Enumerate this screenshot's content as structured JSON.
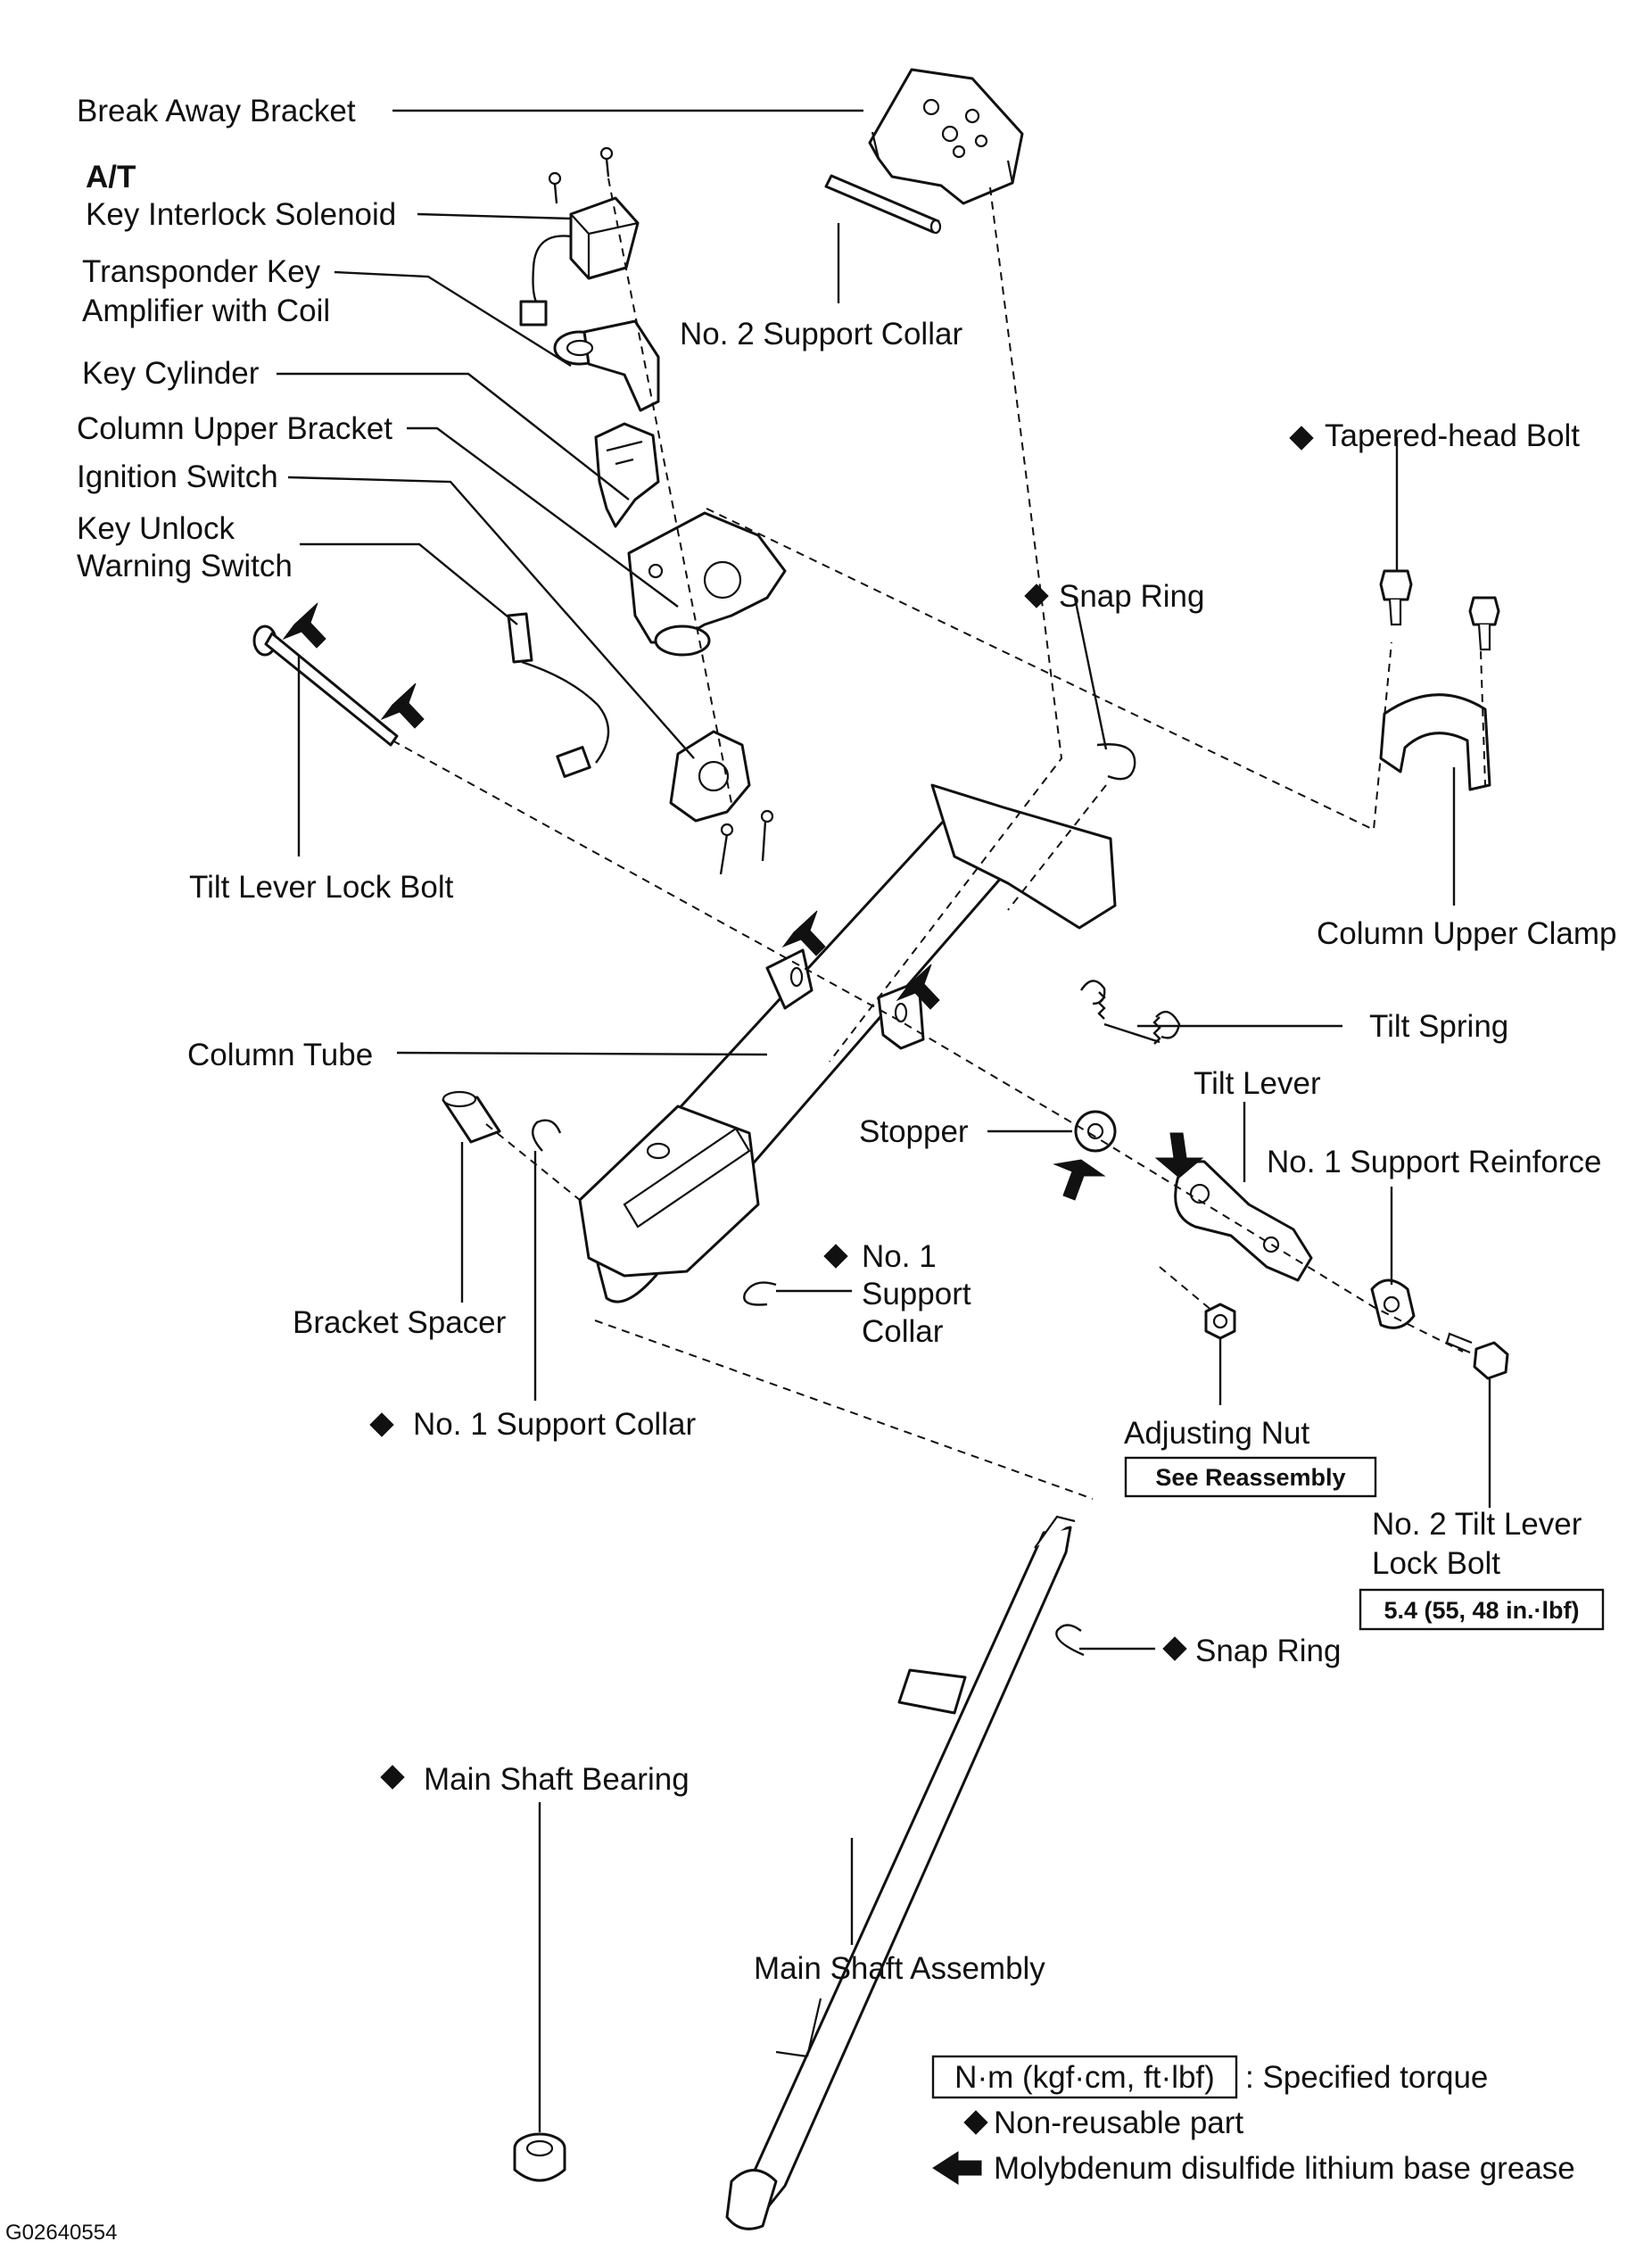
{
  "figure_id": "G02640554",
  "labels": {
    "break_away_bracket": "Break Away Bracket",
    "at": "A/T",
    "key_interlock_solenoid": "Key Interlock Solenoid",
    "transponder_line1": "Transponder Key",
    "transponder_line2": "Amplifier with Coil",
    "no2_support_collar": "No. 2 Support Collar",
    "key_cylinder": "Key Cylinder",
    "column_upper_bracket": "Column Upper Bracket",
    "ignition_switch": "Ignition Switch",
    "key_unlock_line1": "Key Unlock",
    "key_unlock_line2": "Warning Switch",
    "tapered_head_bolt": "Tapered-head Bolt",
    "snap_ring_upper": "Snap Ring",
    "tilt_lever_lock_bolt": "Tilt Lever Lock Bolt",
    "column_upper_clamp": "Column Upper Clamp",
    "tilt_spring": "Tilt Spring",
    "column_tube": "Column Tube",
    "tilt_lever": "Tilt Lever",
    "stopper": "Stopper",
    "no1_support_reinforce": "No. 1 Support Reinforce",
    "no1_support_collar_right_1": "No. 1",
    "no1_support_collar_right_2": "Support",
    "no1_support_collar_right_3": "Collar",
    "bracket_spacer": "Bracket Spacer",
    "no1_support_collar_left": "No. 1 Support Collar",
    "adjusting_nut": "Adjusting Nut",
    "see_reassembly": "See Reassembly",
    "no2_tilt_lever_line1": "No. 2 Tilt Lever",
    "no2_tilt_lever_line2": "Lock Bolt",
    "torque_value": "5.4 (55, 48 in.·lbf)",
    "snap_ring_lower": "Snap Ring",
    "main_shaft_bearing": "Main Shaft Bearing",
    "main_shaft_assembly": "Main Shaft Assembly"
  },
  "legend": {
    "torque_unit": "N·m (kgf·cm, ft·lbf)",
    "torque_desc": ": Specified torque",
    "non_reusable": "Non-reusable part",
    "grease": "Molybdenum disulfide lithium base grease"
  },
  "symbols": {
    "non_reusable": "diamond-icon",
    "grease": "arrow-icon"
  },
  "colors": {
    "ink": "#111111",
    "background": "#ffffff"
  }
}
